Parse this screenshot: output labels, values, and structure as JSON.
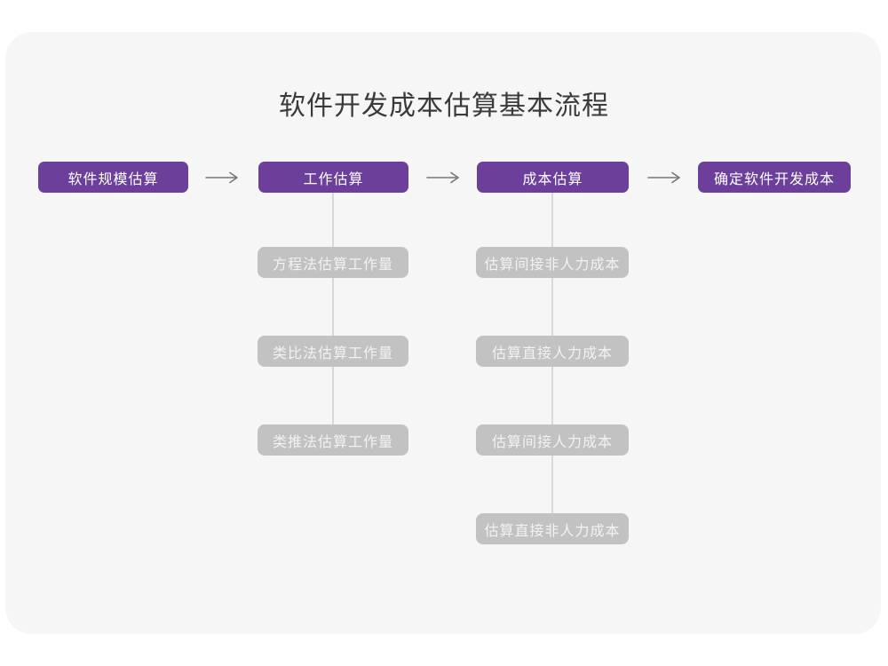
{
  "title": "软件开发成本估算基本流程",
  "colors": {
    "page_bg": "#ffffff",
    "card_bg": "#f6f6f6",
    "primary": "#6b3f9a",
    "secondary": "#c2c2c2",
    "connector": "#d8d8d8",
    "arrow": "#777777",
    "title_color": "#3a3a3a",
    "stage_text": "#ffffff",
    "sub_text": "#f2f2f2"
  },
  "flow": {
    "stages": [
      {
        "label": "软件规模估算",
        "substeps": []
      },
      {
        "label": "工作估算",
        "substeps": [
          "方程法估算工作量",
          "类比法估算工作量",
          "类推法估算工作量"
        ]
      },
      {
        "label": "成本估算",
        "substeps": [
          "估算间接非人力成本",
          "估算直接人力成本",
          "估算间接人力成本",
          "估算直接非人力成本"
        ]
      },
      {
        "label": "确定软件开发成本",
        "substeps": []
      }
    ]
  }
}
